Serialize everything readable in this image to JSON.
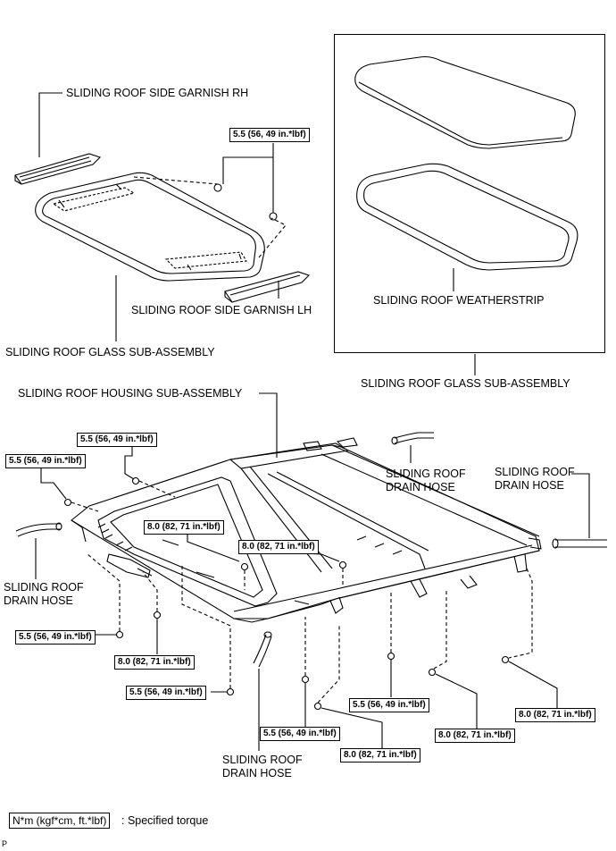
{
  "labels": {
    "side_garnish_rh": "SLIDING ROOF SIDE GARNISH RH",
    "side_garnish_lh": "SLIDING ROOF SIDE GARNISH LH",
    "glass_sub_assembly_left": "SLIDING ROOF GLASS SUB-ASSEMBLY",
    "weatherstrip": "SLIDING ROOF WEATHERSTRIP",
    "glass_sub_assembly_inset": "SLIDING ROOF GLASS SUB-ASSEMBLY",
    "housing_sub_assembly": "SLIDING ROOF HOUSING SUB-ASSEMBLY",
    "drain_hose_top_center": [
      "SLIDING ROOF",
      "DRAIN HOSE"
    ],
    "drain_hose_top_right": [
      "SLIDING ROOF",
      "DRAIN HOSE"
    ],
    "drain_hose_left": [
      "SLIDING ROOF",
      "DRAIN HOSE"
    ],
    "drain_hose_bottom": [
      "SLIDING ROOF",
      "DRAIN HOSE"
    ]
  },
  "torques": {
    "glass_top": "5.5 (56, 49 in.*lbf)",
    "housing_top": "5.5 (56, 49 in.*lbf)",
    "housing_left": "5.5 (56, 49 in.*lbf)",
    "inner_left": "8.0 (82, 71 in.*lbf)",
    "inner_right": "8.0 (82, 71 in.*lbf)",
    "front_left": "5.5 (56, 49 in.*lbf)",
    "front_left_bolt": "8.0 (82, 71 in.*lbf)",
    "front_center": "5.5 (56, 49 in.*lbf)",
    "front_mid": "5.5 (56, 49 in.*lbf)",
    "front_mid_bolt": "8.0 (82, 71 in.*lbf)",
    "right_nut": "5.5 (56, 49 in.*lbf)",
    "right_bolt": "8.0 (82, 71 in.*lbf)",
    "far_right_bolt": "8.0 (82, 71 in.*lbf)"
  },
  "legend": {
    "unit_box": "N*m (kgf*cm, ft.*lbf)",
    "description": ": Specified torque"
  },
  "page_code": "P"
}
